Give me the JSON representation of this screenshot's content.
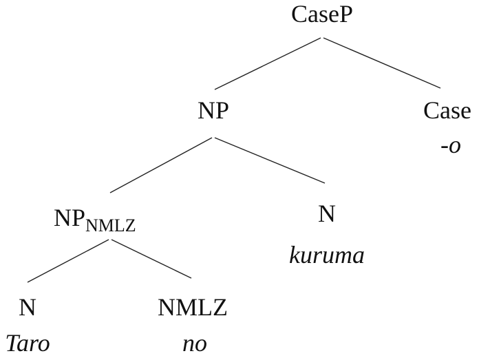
{
  "tree": {
    "root": {
      "label": "CaseP"
    },
    "np": {
      "label": "NP"
    },
    "case": {
      "label": "Case",
      "form": "-o"
    },
    "np_nmlz": {
      "label": "NP",
      "subscript": "NMLZ"
    },
    "n_kuruma": {
      "label": "N",
      "form": "kuruma"
    },
    "n_taro": {
      "label": "N",
      "form": "Taro"
    },
    "nmlz": {
      "label": "NMLZ",
      "form": "no"
    }
  }
}
